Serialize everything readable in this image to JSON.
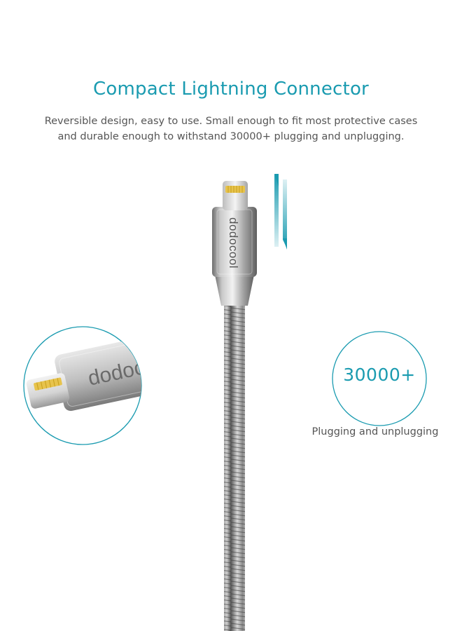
{
  "headline": "Compact Lightning Connector",
  "description": {
    "line1": "Reversible design, easy to use. Small enough to fit most protective cases",
    "line2": "and durable enough to withstand 30000+ plugging and unplugging."
  },
  "brand": "dodocool",
  "badge": {
    "number": "30000+",
    "caption": "Plugging and unplugging"
  },
  "colors": {
    "accent": "#1a9bb0",
    "text_muted": "#555555",
    "metal": "#9c9c9c",
    "pins": "#e7c34c"
  },
  "icons": {
    "insert_motion": "double-arrow-up-down-icon"
  }
}
